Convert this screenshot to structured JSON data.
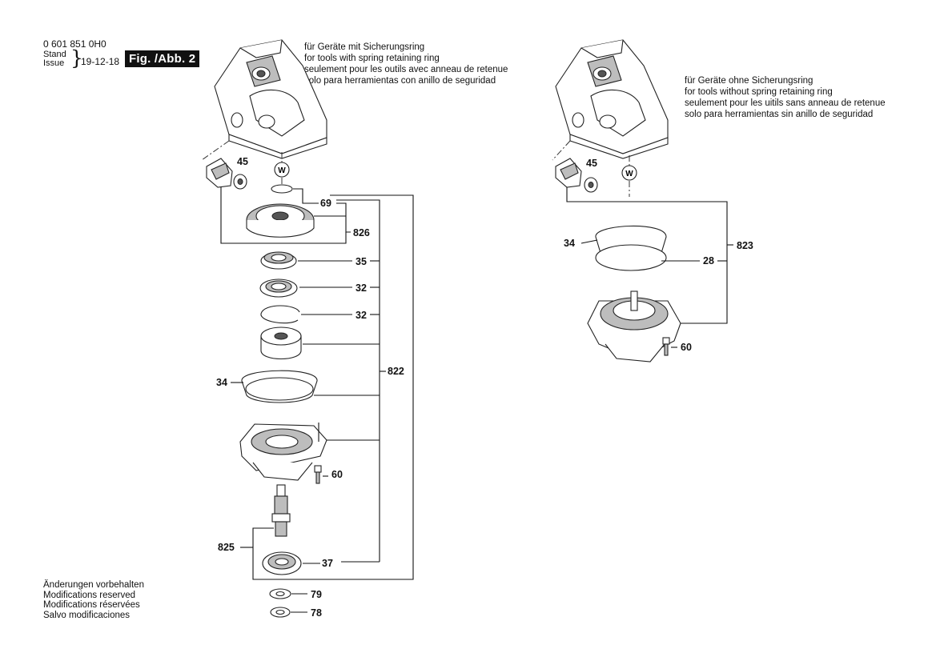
{
  "header": {
    "part_code": "0 601 851 0H0",
    "stand_label": "Stand",
    "issue_label": "Issue",
    "date": "19-12-18",
    "figure_label": "Fig. /Abb. 2"
  },
  "left_note": [
    "für Geräte mit Sicherungsring",
    "for tools with spring retaining ring",
    "seulement pour les outils avec anneau de retenue",
    "solo para herramientas con anillo de seguridad"
  ],
  "right_note": [
    "für Geräte ohne Sicherungsring",
    "for tools without spring retaining ring",
    "seulement pour les uitils sans anneau de retenue",
    "solo para herramientas sin anillo de seguridad"
  ],
  "footer_notes": [
    "Änderungen vorbehalten",
    "Modifications reserved",
    "Modifications réservées",
    "Salvo modificaciones"
  ],
  "left_callouts": {
    "p45": "45",
    "w": "W",
    "p69": "69",
    "p826": "826",
    "p35": "35",
    "p32a": "32",
    "p32b": "32",
    "p822": "822",
    "p34": "34",
    "p60": "60",
    "p825": "825",
    "p37": "37",
    "p79": "79",
    "p78": "78"
  },
  "right_callouts": {
    "p45": "45",
    "w": "W",
    "p34": "34",
    "p823": "823",
    "p28": "28",
    "p60": "60"
  }
}
